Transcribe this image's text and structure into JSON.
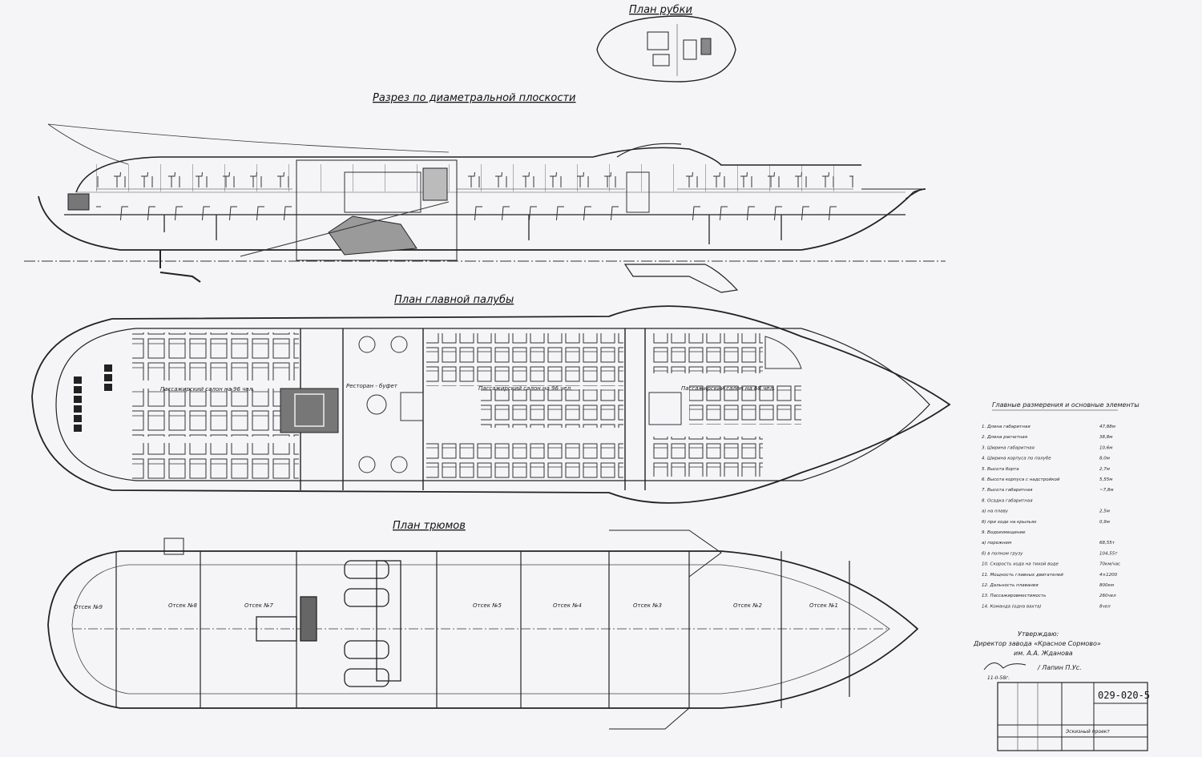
{
  "titles": {
    "wheelhouse_plan": "План рубки",
    "section": "Разрез по диаметральной плоскости",
    "main_deck": "План главной палубы",
    "hold_plan": "План трюмов"
  },
  "deck_labels": {
    "salon_aft": "Пассажирский салон на 96 чел.",
    "restaurant": "Ресторан - буфет",
    "salon_mid": "Пассажирский салон на 96 чел.",
    "salon_fwd": "Пассажирский салон на 68 чел."
  },
  "compartments": [
    "Отсек №9",
    "Отсек №8",
    "Отсек №7",
    "Отсек №5",
    "Отсек №4",
    "Отсек №3",
    "Отсек №2",
    "Отсек №1"
  ],
  "specs": {
    "title": "Главные размерения и основные элементы",
    "rows": [
      {
        "label": "1. Длина габаритная",
        "value": "47,88м"
      },
      {
        "label": "2. Длина расчетная",
        "value": "38,8м"
      },
      {
        "label": "3. Ширина габаритная",
        "value": "10,6м"
      },
      {
        "label": "4. Ширина корпуса по палубе",
        "value": "8,0м"
      },
      {
        "label": "5. Высота борта",
        "value": "2,7м"
      },
      {
        "label": "6. Высота корпуса с надстройкой",
        "value": "5,55м"
      },
      {
        "label": "7. Высота габаритная",
        "value": "~7,8м"
      },
      {
        "label": "8. Осадка габаритная",
        "value": ""
      },
      {
        "label": "а) на плаву",
        "value": "2,5м"
      },
      {
        "label": "б) при ходе на крыльях",
        "value": "0,9м"
      },
      {
        "label": "9. Водоизмещение",
        "value": ""
      },
      {
        "label": "а) порожнем",
        "value": "68,55т"
      },
      {
        "label": "б) в полном грузу",
        "value": "104,55т"
      },
      {
        "label": "10. Скорость хода на тихой воде",
        "value": "70км/час"
      },
      {
        "label": "11. Мощность главных двигателей",
        "value": "4×1200"
      },
      {
        "label": "12. Дальность плавания",
        "value": "800км"
      },
      {
        "label": "13. Пассажировместимость",
        "value": "260чел"
      },
      {
        "label": "14. Команда (одна вахта)",
        "value": "8чел"
      }
    ]
  },
  "approval": {
    "line1": "Утверждаю:",
    "line2": "Директор завода «Красное Сормово»",
    "line3": "им. А.А. Жданова",
    "signature": "/ Лапин П.Ус.",
    "date": "11-II-58г."
  },
  "stamp": {
    "number": "029-020-5",
    "name": "Эскизный проект"
  }
}
